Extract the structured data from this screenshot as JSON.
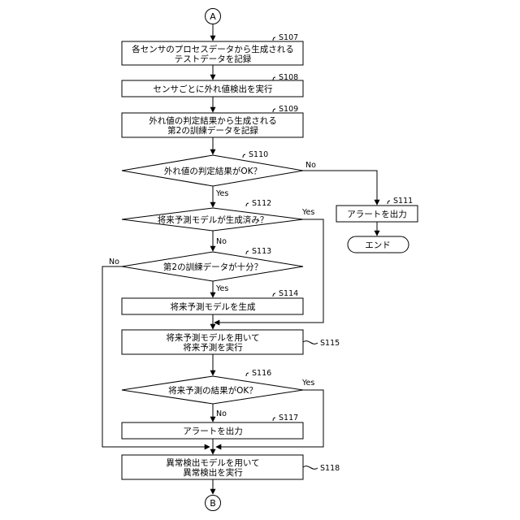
{
  "connectors": {
    "start": "A",
    "end": "B"
  },
  "steps": {
    "s107": {
      "id": "S107",
      "lines": [
        "各センサのプロセスデータから生成される",
        "テストデータを記録"
      ]
    },
    "s108": {
      "id": "S108",
      "lines": [
        "センサごとに外れ値検出を実行"
      ]
    },
    "s109": {
      "id": "S109",
      "lines": [
        "外れ値の判定結果から生成される",
        "第2の訓練データを記録"
      ]
    },
    "s110": {
      "id": "S110",
      "lines": [
        "外れ値の判定結果がOK？"
      ]
    },
    "s111": {
      "id": "S111",
      "lines": [
        "アラートを出力"
      ]
    },
    "s111_end": {
      "lines": [
        "エンド"
      ]
    },
    "s112": {
      "id": "S112",
      "lines": [
        "将来予測モデルが生成済み？"
      ]
    },
    "s113": {
      "id": "S113",
      "lines": [
        "第2の訓練データが十分？"
      ]
    },
    "s114": {
      "id": "S114",
      "lines": [
        "将来予測モデルを生成"
      ]
    },
    "s115": {
      "id": "S115",
      "lines": [
        "将来予測モデルを用いて",
        "将来予測を実行"
      ]
    },
    "s116": {
      "id": "S116",
      "lines": [
        "将来予測の結果がOK？"
      ]
    },
    "s117": {
      "id": "S117",
      "lines": [
        "アラートを出力"
      ]
    },
    "s118": {
      "id": "S118",
      "lines": [
        "異常検出モデルを用いて",
        "異常検出を実行"
      ]
    }
  },
  "branches": {
    "s110_yes": "Yes",
    "s110_no": "No",
    "s112_yes": "Yes",
    "s112_no": "No",
    "s113_yes": "Yes",
    "s113_no": "No",
    "s116_yes": "Yes",
    "s116_no": "No"
  }
}
